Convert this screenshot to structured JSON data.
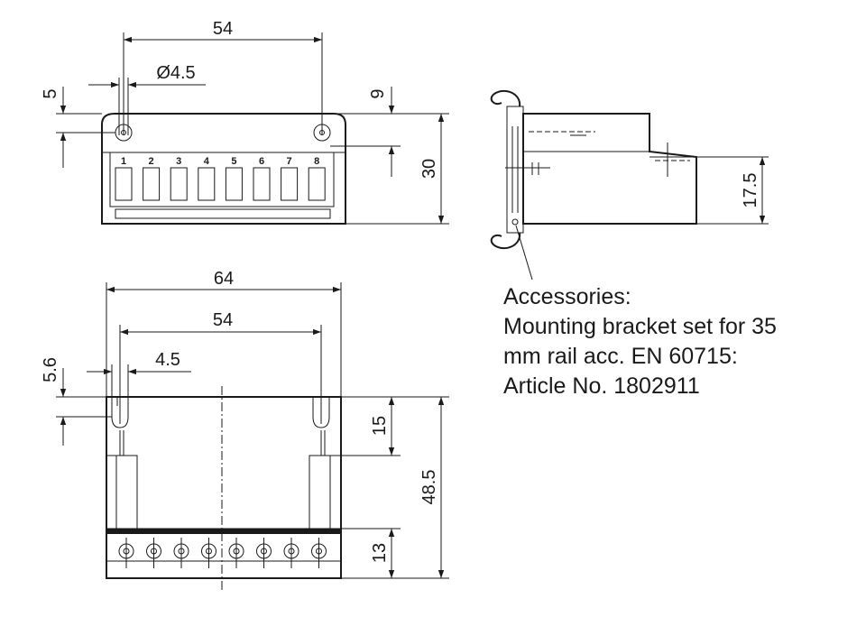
{
  "top_view": {
    "width_holes": "54",
    "hole_diameter": "Ø4.5",
    "hole_offset_left": "5",
    "hole_offset_right": "9",
    "height": "30",
    "terminal_numbers": [
      "1",
      "2",
      "3",
      "4",
      "5",
      "6",
      "7",
      "8"
    ]
  },
  "side_view": {
    "rail_height": "17.5"
  },
  "front_view": {
    "width_total": "64",
    "width_holes": "54",
    "slot_width": "4.5",
    "slot_offset": "5.6",
    "slot_depth": "15",
    "height": "48.5",
    "terminal_height": "13"
  },
  "note": {
    "lines": [
      "Accessories:",
      "Mounting bracket set for 35",
      "mm rail acc. EN 60715:",
      "Article No. 1802911"
    ]
  }
}
